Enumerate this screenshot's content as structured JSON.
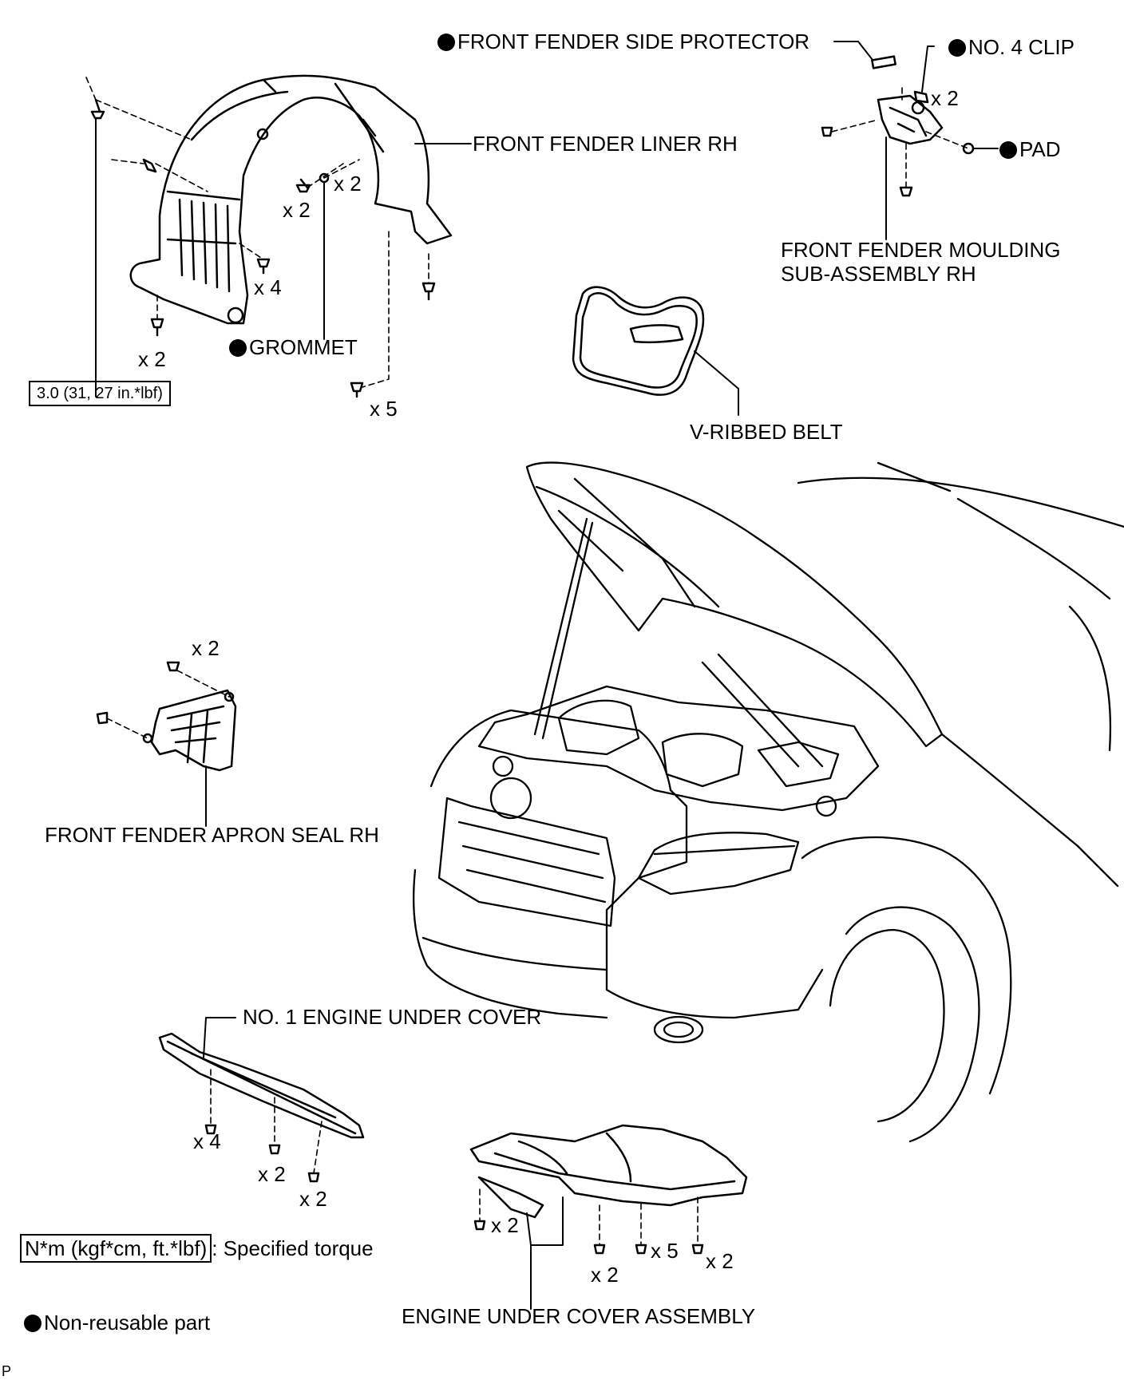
{
  "labels": {
    "front_fender_side_protector": "FRONT FENDER SIDE PROTECTOR",
    "no4_clip": "NO. 4 CLIP",
    "front_fender_liner_rh": "FRONT FENDER LINER RH",
    "pad": "PAD",
    "front_fender_moulding_line1": "FRONT FENDER MOULDING",
    "front_fender_moulding_line2": "SUB-ASSEMBLY RH",
    "grommet": "GROMMET",
    "v_ribbed_belt": "V-RIBBED BELT",
    "front_fender_apron_seal_rh": "FRONT FENDER APRON SEAL RH",
    "no1_engine_under_cover": "NO. 1 ENGINE UNDER COVER",
    "engine_under_cover_assembly": "ENGINE UNDER COVER ASSEMBLY"
  },
  "quantities": {
    "clip_x2": "x 2",
    "liner_top_x2": "x 2",
    "liner_left_x2": "x 2",
    "liner_x4": "x 4",
    "liner_bottom_x2": "x 2",
    "liner_x5": "x 5",
    "apron_x2": "x 2",
    "under1_x4": "x 4",
    "under1_x2a": "x 2",
    "under1_x2b": "x 2",
    "assy_x2_left": "x 2",
    "assy_x2_mid": "x 2",
    "assy_x5": "x 5",
    "assy_x2_right": "x 2"
  },
  "torque_spec": "3.0 (31, 27 in.*lbf)",
  "legend": {
    "torque_units": "N*m (kgf*cm, ft.*lbf)",
    "torque_text": ": Specified torque",
    "non_reusable_text": "Non-reusable part"
  },
  "corner_code": "P"
}
